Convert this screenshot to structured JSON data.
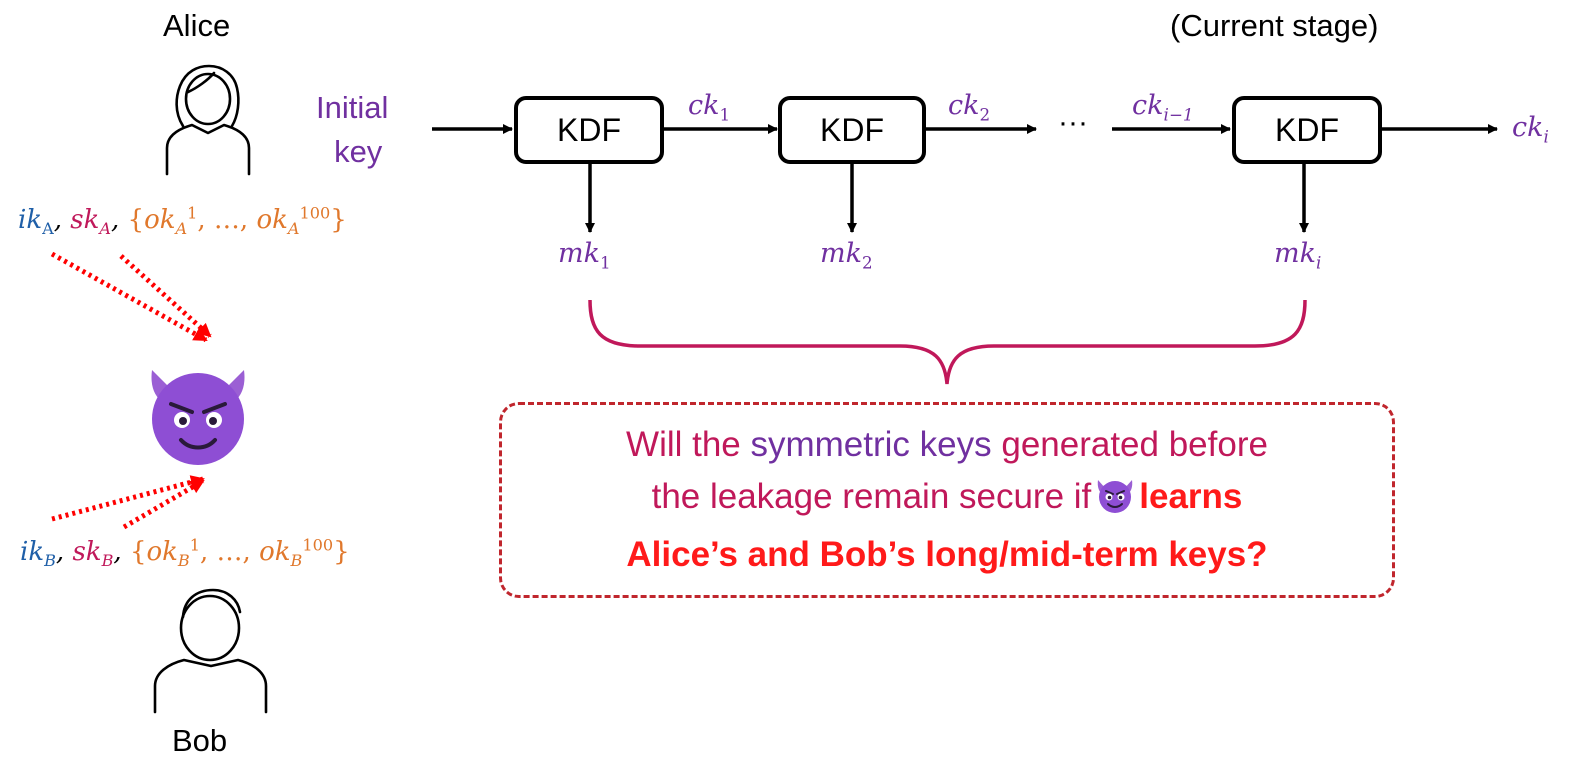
{
  "participants": {
    "alice": {
      "name": "Alice",
      "keys": {
        "ik": {
          "base": "ik",
          "sub": "A"
        },
        "sk": {
          "base": "sk",
          "sub": "A"
        },
        "ok": {
          "open": "{",
          "base": "ok",
          "sub": "A",
          "sup_first": "1",
          "ellipsis": "…",
          "sup_last": "100",
          "close": "}"
        }
      }
    },
    "bob": {
      "name": "Bob",
      "keys": {
        "ik": {
          "base": "ik",
          "sub": "B"
        },
        "sk": {
          "base": "sk",
          "sub": "B"
        },
        "ok": {
          "open": "{",
          "base": "ok",
          "sub": "B",
          "sup_first": "1",
          "ellipsis": "…",
          "sup_last": "100",
          "close": "}"
        }
      }
    },
    "separator": ","
  },
  "chain": {
    "initial_key_line1": "Initial",
    "initial_key_line2": "key",
    "stage_label": "(Current stage)",
    "kdf_label": "KDF",
    "ellipsis": "···",
    "chain_keys": [
      {
        "base": "ck",
        "sub": "1"
      },
      {
        "base": "ck",
        "sub": "2"
      },
      {
        "base": "ck",
        "sub": "i−1"
      },
      {
        "base": "ck",
        "sub": "i"
      }
    ],
    "message_keys": [
      {
        "base": "mk",
        "sub": "1"
      },
      {
        "base": "mk",
        "sub": "2"
      },
      {
        "base": "mk",
        "sub": "i"
      }
    ]
  },
  "question": {
    "part1_a": "Will the ",
    "part1_b": "symmetric keys",
    "part1_c": " generated before",
    "part2": "the leakage remain secure if",
    "part2_bold": "learns",
    "part3_bold": "Alice’s and Bob’s long/mid-term keys?"
  },
  "colors": {
    "purple": "#7030a0",
    "blue": "#1f5fa8",
    "crimson": "#c0185a",
    "orange": "#e0782c",
    "attack_red": "#ff0000",
    "box_border": "#c0262d"
  },
  "icons": {
    "alice": "user-female-icon",
    "bob": "user-male-icon",
    "adversary": "smiling-devil-icon"
  }
}
